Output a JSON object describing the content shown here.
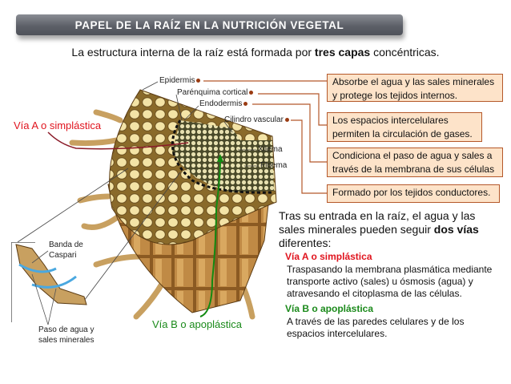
{
  "title": "PAPEL DE LA RAÍZ EN LA NUTRICIÓN VEGETAL",
  "subtitle": {
    "before": "La estructura interna de la raíz está formada por ",
    "bold": "tres capas",
    "after": " concéntricas."
  },
  "layers": [
    {
      "label": "Epidermis",
      "description": "Absorbe el agua y las sales minerales y protege los tejidos internos."
    },
    {
      "label": "Parénquima cortical",
      "description": "Los espacios intercelulares permiten la circulación de gases."
    },
    {
      "label": "Endodermis",
      "description": "Condiciona el paso de agua y sales a través de la membrana de sus células"
    },
    {
      "label": "Cilindro vascular",
      "description": "Formado por los tejidos conductores."
    }
  ],
  "diagram_labels": {
    "xilema": "Xilema",
    "floema": "Floema",
    "via_a": "Vía A o simplástica",
    "via_b": "Vía B o apoplástica",
    "banda_line1": "Banda de",
    "banda_line2": "Caspari",
    "paso_line1": "Paso de agua y",
    "paso_line2": "sales minerales"
  },
  "explanation": {
    "intro_before": "Tras su entrada en la raíz, el agua y las sales minerales pueden seguir ",
    "intro_bold": "dos vías",
    "intro_after": " diferentes:",
    "via_a_title": "Vía A o simplástica",
    "via_a_text": "Traspasando la membrana plasmática mediante transporte activo (sales) u ósmosis (agua) y atravesando el citoplasma de las células.",
    "via_b_title": "Vía B o apoplástica",
    "via_b_text": "A través de las paredes celulares y de los espacios intercelulares."
  },
  "colors": {
    "accent_red": "#e0141e",
    "accent_green": "#1b8a1b",
    "box_fill": "#fde3c9",
    "box_border": "#b5582a"
  }
}
